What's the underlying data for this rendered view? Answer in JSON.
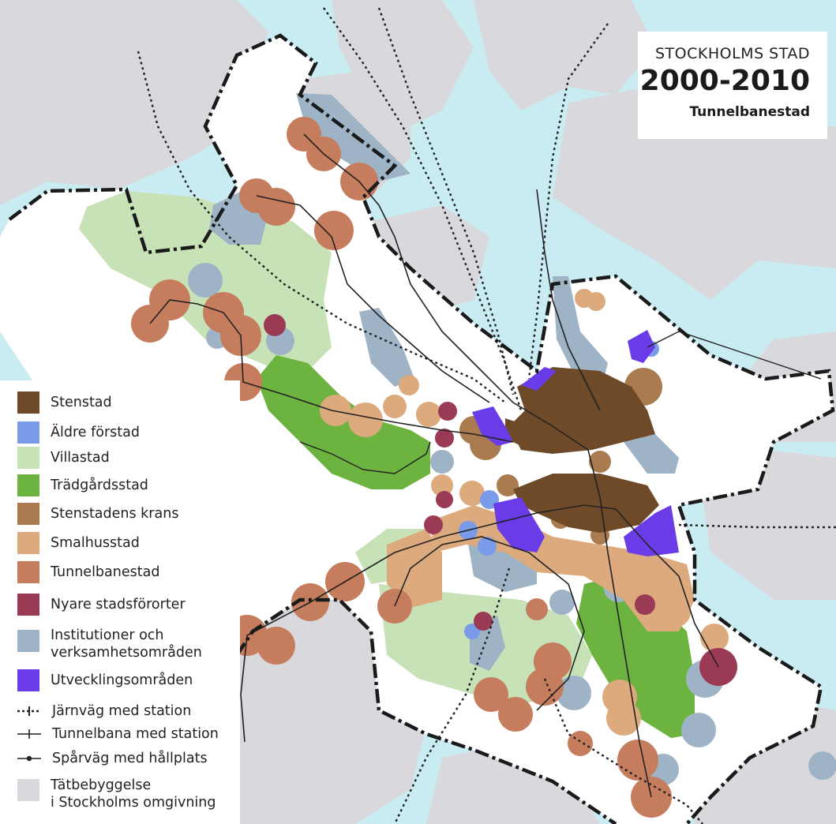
{
  "title": {
    "line1": "STOCKHOLMS STAD",
    "line2": "2000-2010",
    "line3": "Tunnelbanestad"
  },
  "colors": {
    "water": "#c9ecf3",
    "land": "#ffffff",
    "built_surroundings": "#d9d8dc",
    "stenstad": "#6e4a28",
    "aldre_forstad": "#7a9be8",
    "villastad": "#c8e2b8",
    "tradgardsstad": "#6db33f",
    "stenstadens_krans": "#a97b4f",
    "smalhusstad": "#dcaa7c",
    "tunnelbanestad": "#c67d5e",
    "nyare_stadsfororter": "#9b3a55",
    "institutioner": "#9eb4c6",
    "utvecklingsomraden": "#6a3ce8"
  },
  "legend": {
    "stenstad": "Stenstad",
    "aldre_forstad": "Äldre förstad",
    "villastad": "Villastad",
    "tradgardsstad": "Trädgårdsstad",
    "stenstadens_krans": "Stenstadens krans",
    "smalhusstad": "Smalhusstad",
    "tunnelbanestad": "Tunnelbanestad",
    "nyare_stadsfororter": "Nyare stadsförorter",
    "institutioner_line1": "Institutioner och",
    "institutioner_line2": "verksamhetsområden",
    "utvecklingsomraden": "Utvecklingsområden",
    "jarnvag": "Järnväg med station",
    "tunnelbana": "Tunnelbana med station",
    "sparvag": "Spårväg med hållplats",
    "tatbebyggelse_line1": "Tätbebyggelse",
    "tatbebyggelse_line2": "i Stockholms omgivning"
  }
}
